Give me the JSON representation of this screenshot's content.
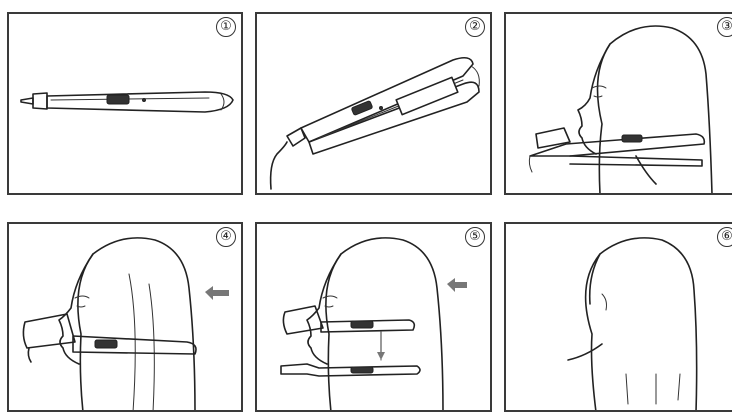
{
  "steps": [
    {
      "number": "①",
      "icon": "flat-iron-icon"
    },
    {
      "number": "②",
      "icon": "flat-iron-open-icon"
    },
    {
      "number": "③",
      "icon": "clamp-hair-icon"
    },
    {
      "number": "④",
      "icon": "glide-iron-icon"
    },
    {
      "number": "⑤",
      "icon": "slide-down-icon"
    },
    {
      "number": "⑥",
      "icon": "straight-hair-icon"
    }
  ],
  "colors": {
    "line": "#222222",
    "arrow": "#777777",
    "background": "#ffffff"
  }
}
